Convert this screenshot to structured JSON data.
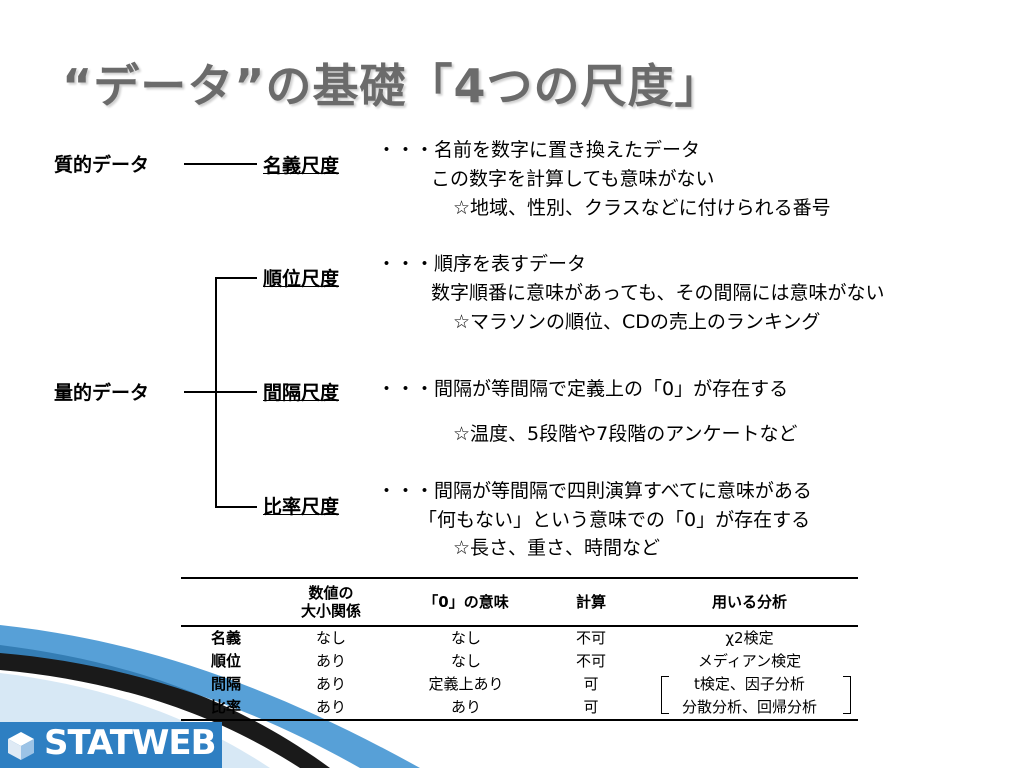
{
  "title": "“データ”の基礎「4つの尺度」",
  "categories": {
    "qualitative": "質的データ",
    "quantitative": "量的データ"
  },
  "scales": [
    {
      "name": "名義尺度",
      "lines": [
        "・・・名前を数字に置き換えたデータ",
        "この数字を計算しても意味がない",
        "☆地域、性別、クラスなどに付けられる番号"
      ]
    },
    {
      "name": "順位尺度",
      "lines": [
        "・・・順序を表すデータ",
        "数字順番に意味があっても、その間隔には意味がない",
        "☆マラソンの順位、CDの売上のランキング"
      ]
    },
    {
      "name": "間隔尺度",
      "lines": [
        "・・・間隔が等間隔で定義上の「0」が存在する",
        "☆温度、5段階や7段階のアンケートなど"
      ]
    },
    {
      "name": "比率尺度",
      "lines": [
        "・・・間隔が等間隔で四則演算すべてに意味がある",
        "「何もない」という意味での「0」が存在する",
        "☆長さ、重さ、時間など"
      ]
    }
  ],
  "table": {
    "headers": [
      "",
      "数値の\n大小関係",
      "「0」の意味",
      "計算",
      "用いる分析"
    ],
    "header_lines": {
      "magnitude_1": "数値の",
      "magnitude_2": "大小関係"
    },
    "rows": [
      [
        "名義",
        "なし",
        "なし",
        "不可",
        "χ2検定"
      ],
      [
        "順位",
        "あり",
        "なし",
        "不可",
        "メディアン検定"
      ],
      [
        "間隔",
        "あり",
        "定義上あり",
        "可",
        "t検定、因子分析"
      ],
      [
        "比率",
        "あり",
        "あり",
        "可",
        "分散分析、回帰分析"
      ]
    ]
  },
  "logo": {
    "text": "STATWEB"
  },
  "colors": {
    "title": "#6b6b6b",
    "logo_blue": "#2e7fc2",
    "swoosh_dark": "#111111"
  }
}
